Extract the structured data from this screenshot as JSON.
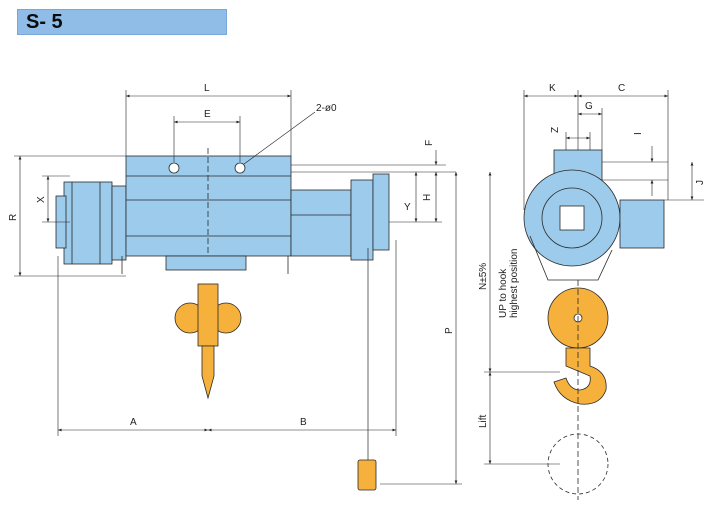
{
  "title": "S- 5",
  "colors": {
    "body": "#9ccbeb",
    "hook": "#f6b13c",
    "title_bar": "#8fbde8",
    "line": "#2a2a2a"
  },
  "dimensions": {
    "L": "L",
    "E": "E",
    "holes": "2-ø0",
    "F": "F",
    "H": "H",
    "Y": "Y",
    "X": "X",
    "R": "R",
    "A": "A",
    "B": "B",
    "P": "P",
    "K": "K",
    "C": "C",
    "G": "G",
    "Z": "Z",
    "I": "I",
    "J": "J",
    "N": "N±5%",
    "up_to_hook": "UP to hook",
    "highest_position": "highest position",
    "lift": "Lift"
  }
}
